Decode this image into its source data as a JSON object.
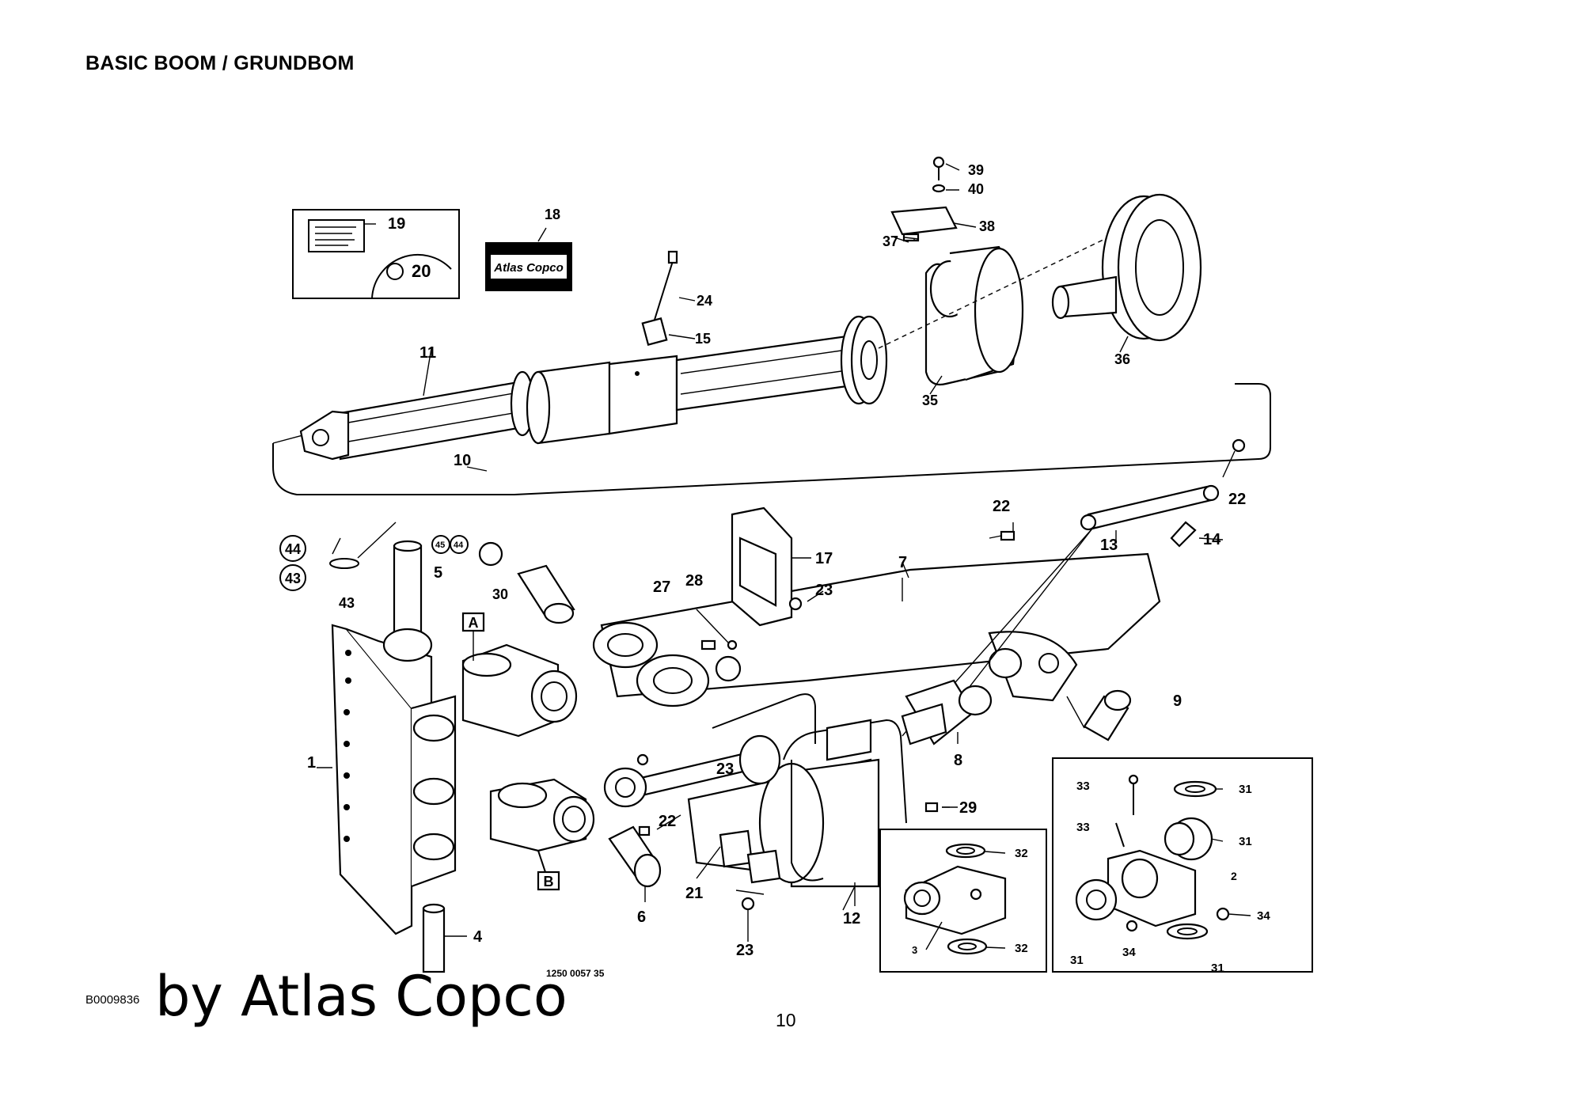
{
  "header": {
    "title": "BASIC BOOM / GRUNDBOM"
  },
  "footer": {
    "doc_code": "B0009836",
    "watermark": "by Atlas Copco",
    "page_number": "10",
    "drawing_number": "1250 0057 35"
  },
  "logo": {
    "text": "Atlas Copco"
  },
  "detail_labels": {
    "A": "A",
    "B": "B"
  },
  "callouts": [
    {
      "id": "c1",
      "label": "1"
    },
    {
      "id": "c4",
      "label": "4"
    },
    {
      "id": "c5",
      "label": "5"
    },
    {
      "id": "c6",
      "label": "6"
    },
    {
      "id": "c7",
      "label": "7"
    },
    {
      "id": "c8",
      "label": "8"
    },
    {
      "id": "c9",
      "label": "9"
    },
    {
      "id": "c10",
      "label": "10"
    },
    {
      "id": "c11",
      "label": "11"
    },
    {
      "id": "c12",
      "label": "12"
    },
    {
      "id": "c13",
      "label": "13"
    },
    {
      "id": "c14",
      "label": "14"
    },
    {
      "id": "c15",
      "label": "15"
    },
    {
      "id": "c17",
      "label": "17"
    },
    {
      "id": "c18",
      "label": "18"
    },
    {
      "id": "c19",
      "label": "19"
    },
    {
      "id": "c20",
      "label": "20"
    },
    {
      "id": "c21",
      "label": "21"
    },
    {
      "id": "c22a",
      "label": "22"
    },
    {
      "id": "c22b",
      "label": "22"
    },
    {
      "id": "c22c",
      "label": "22"
    },
    {
      "id": "c23a",
      "label": "23"
    },
    {
      "id": "c23b",
      "label": "23"
    },
    {
      "id": "c23c",
      "label": "23"
    },
    {
      "id": "c24",
      "label": "24"
    },
    {
      "id": "c27",
      "label": "27"
    },
    {
      "id": "c28",
      "label": "28"
    },
    {
      "id": "c29",
      "label": "29"
    },
    {
      "id": "c30",
      "label": "30"
    },
    {
      "id": "c35",
      "label": "35"
    },
    {
      "id": "c36",
      "label": "36"
    },
    {
      "id": "c37",
      "label": "37"
    },
    {
      "id": "c38",
      "label": "38"
    },
    {
      "id": "c39",
      "label": "39"
    },
    {
      "id": "c40",
      "label": "40"
    },
    {
      "id": "c43",
      "label": "43"
    },
    {
      "id": "c44c",
      "label": "44"
    },
    {
      "id": "c43c",
      "label": "43"
    },
    {
      "id": "c45s",
      "label": "45"
    },
    {
      "id": "c44s",
      "label": "44"
    }
  ],
  "detail_a_callouts": [
    {
      "id": "a31a",
      "label": "31"
    },
    {
      "id": "a31b",
      "label": "31"
    },
    {
      "id": "a31c",
      "label": "31"
    },
    {
      "id": "a31d",
      "label": "31"
    },
    {
      "id": "a33a",
      "label": "33"
    },
    {
      "id": "a33b",
      "label": "33"
    },
    {
      "id": "a2",
      "label": "2"
    },
    {
      "id": "a34a",
      "label": "34"
    },
    {
      "id": "a34b",
      "label": "34"
    }
  ],
  "detail_b_callouts": [
    {
      "id": "b32a",
      "label": "32"
    },
    {
      "id": "b32b",
      "label": "32"
    },
    {
      "id": "b3",
      "label": "3"
    }
  ]
}
